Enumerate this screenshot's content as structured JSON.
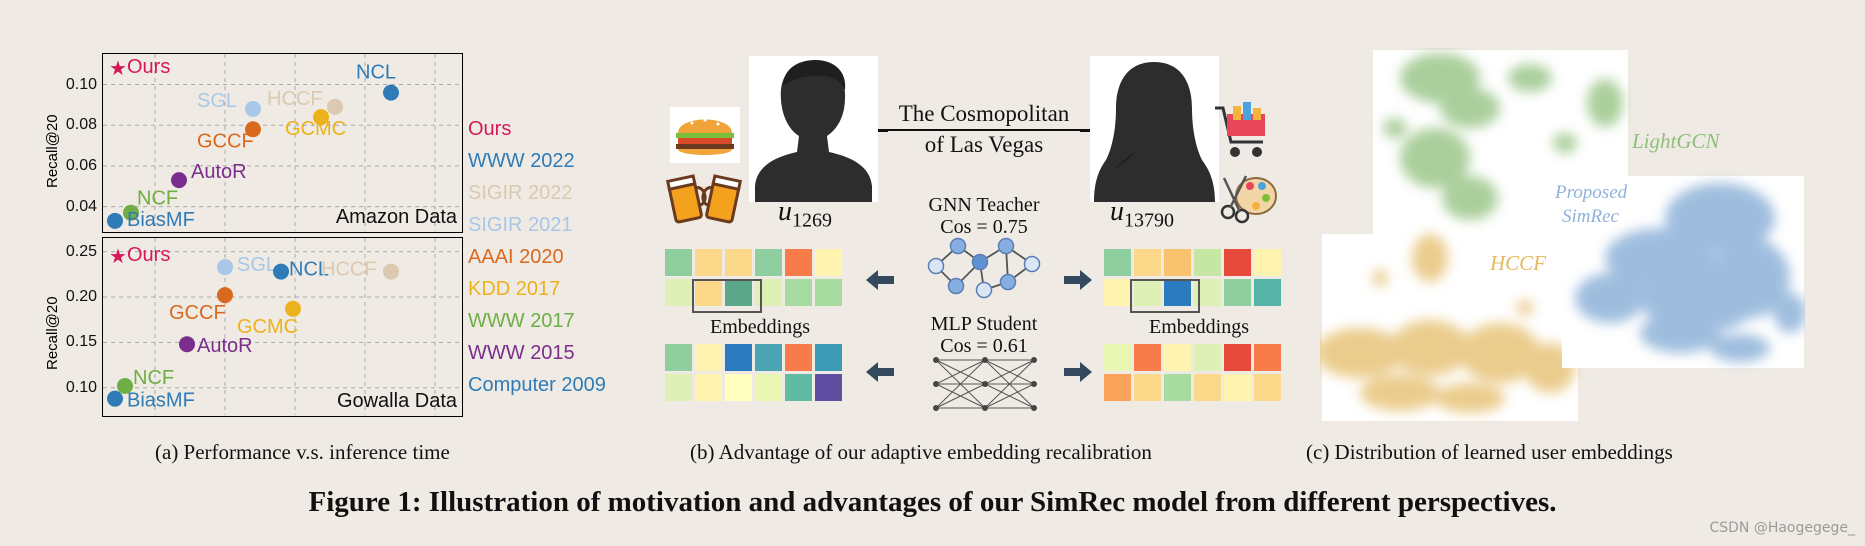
{
  "chart_data": [
    {
      "type": "scatter",
      "dataset_label": "Amazon Data",
      "ylabel": "Recall@20",
      "yticks": [
        "0.10",
        "0.08",
        "0.06",
        "0.04"
      ],
      "points": [
        {
          "name": "Ours",
          "y": 0.108,
          "color": "#d6185a",
          "marker": "star"
        },
        {
          "name": "NCL",
          "y": 0.096,
          "color": "#2f7bb8"
        },
        {
          "name": "HCCF",
          "y": 0.089,
          "color": "#dbc9b0"
        },
        {
          "name": "SGL",
          "y": 0.088,
          "color": "#a9c7e6"
        },
        {
          "name": "GCCF",
          "y": 0.078,
          "color": "#d9691e"
        },
        {
          "name": "GCMC",
          "y": 0.084,
          "color": "#ecb21d"
        },
        {
          "name": "AutoR",
          "y": 0.053,
          "color": "#7b2d8d"
        },
        {
          "name": "NCF",
          "y": 0.037,
          "color": "#6fae44"
        },
        {
          "name": "BiasMF",
          "y": 0.033,
          "color": "#2f7bb8"
        }
      ]
    },
    {
      "type": "scatter",
      "dataset_label": "Gowalla Data",
      "ylabel": "Recall@20",
      "yticks": [
        "0.25",
        "0.20",
        "0.15",
        "0.10"
      ],
      "points": [
        {
          "name": "Ours",
          "y": 0.245,
          "color": "#d6185a",
          "marker": "star"
        },
        {
          "name": "SGL",
          "y": 0.233,
          "color": "#a9c7e6"
        },
        {
          "name": "NCL",
          "y": 0.228,
          "color": "#2f7bb8"
        },
        {
          "name": "HCCF",
          "y": 0.228,
          "color": "#dbc9b0"
        },
        {
          "name": "GCCF",
          "y": 0.202,
          "color": "#d9691e"
        },
        {
          "name": "GCMC",
          "y": 0.187,
          "color": "#ecb21d"
        },
        {
          "name": "AutoR",
          "y": 0.148,
          "color": "#7b2d8d"
        },
        {
          "name": "NCF",
          "y": 0.102,
          "color": "#6fae44"
        },
        {
          "name": "BiasMF",
          "y": 0.088,
          "color": "#2f7bb8"
        }
      ]
    }
  ],
  "legend": [
    {
      "label": "Ours",
      "color": "#d6185a"
    },
    {
      "label": "WWW 2022",
      "color": "#2f7bb8"
    },
    {
      "label": "SIGIR 2022",
      "color": "#dbc9b0"
    },
    {
      "label": "SIGIR 2021",
      "color": "#a9c7e6"
    },
    {
      "label": "AAAI 2020",
      "color": "#d9691e"
    },
    {
      "label": "KDD 2017",
      "color": "#ecb21d"
    },
    {
      "label": "WWW 2017",
      "color": "#6fae44"
    },
    {
      "label": "WWW 2015",
      "color": "#7b2d8d"
    },
    {
      "label": "Computer 2009",
      "color": "#2f7bb8"
    }
  ],
  "panel_b": {
    "item_line1": "The Cosmopolitan",
    "item_line2": "of Las Vegas",
    "user_left": "u",
    "user_left_sub": "1269",
    "user_right": "u",
    "user_right_sub": "13790",
    "teacher_label": "GNN Teacher",
    "teacher_cos": "Cos = 0.75",
    "student_label": "MLP Student",
    "student_cos": "Cos = 0.61",
    "embeddings_left": "Embeddings",
    "embeddings_right": "Embeddings"
  },
  "panel_c": {
    "lightgcn": "LightGCN",
    "proposed": "Proposed\nSimRec",
    "hccf": "HCCF"
  },
  "captions": {
    "a": "(a)  Performance v.s. inference time",
    "b": "(b)  Advantage of our adaptive embedding recalibration",
    "c": "(c)  Distribution of learned user embeddings"
  },
  "figure_title": "Figure 1: Illustration of motivation and advantages of our SimRec model from different perspectives.",
  "watermark": "CSDN @Haogegege_",
  "icons": [
    "burger-icon",
    "beer-toast-icon",
    "shopping-cart-icon",
    "art-supplies-icon",
    "user-silhouette-icon",
    "arrow-left-icon",
    "arrow-right-icon",
    "gnn-graph-icon",
    "mlp-network-icon"
  ]
}
